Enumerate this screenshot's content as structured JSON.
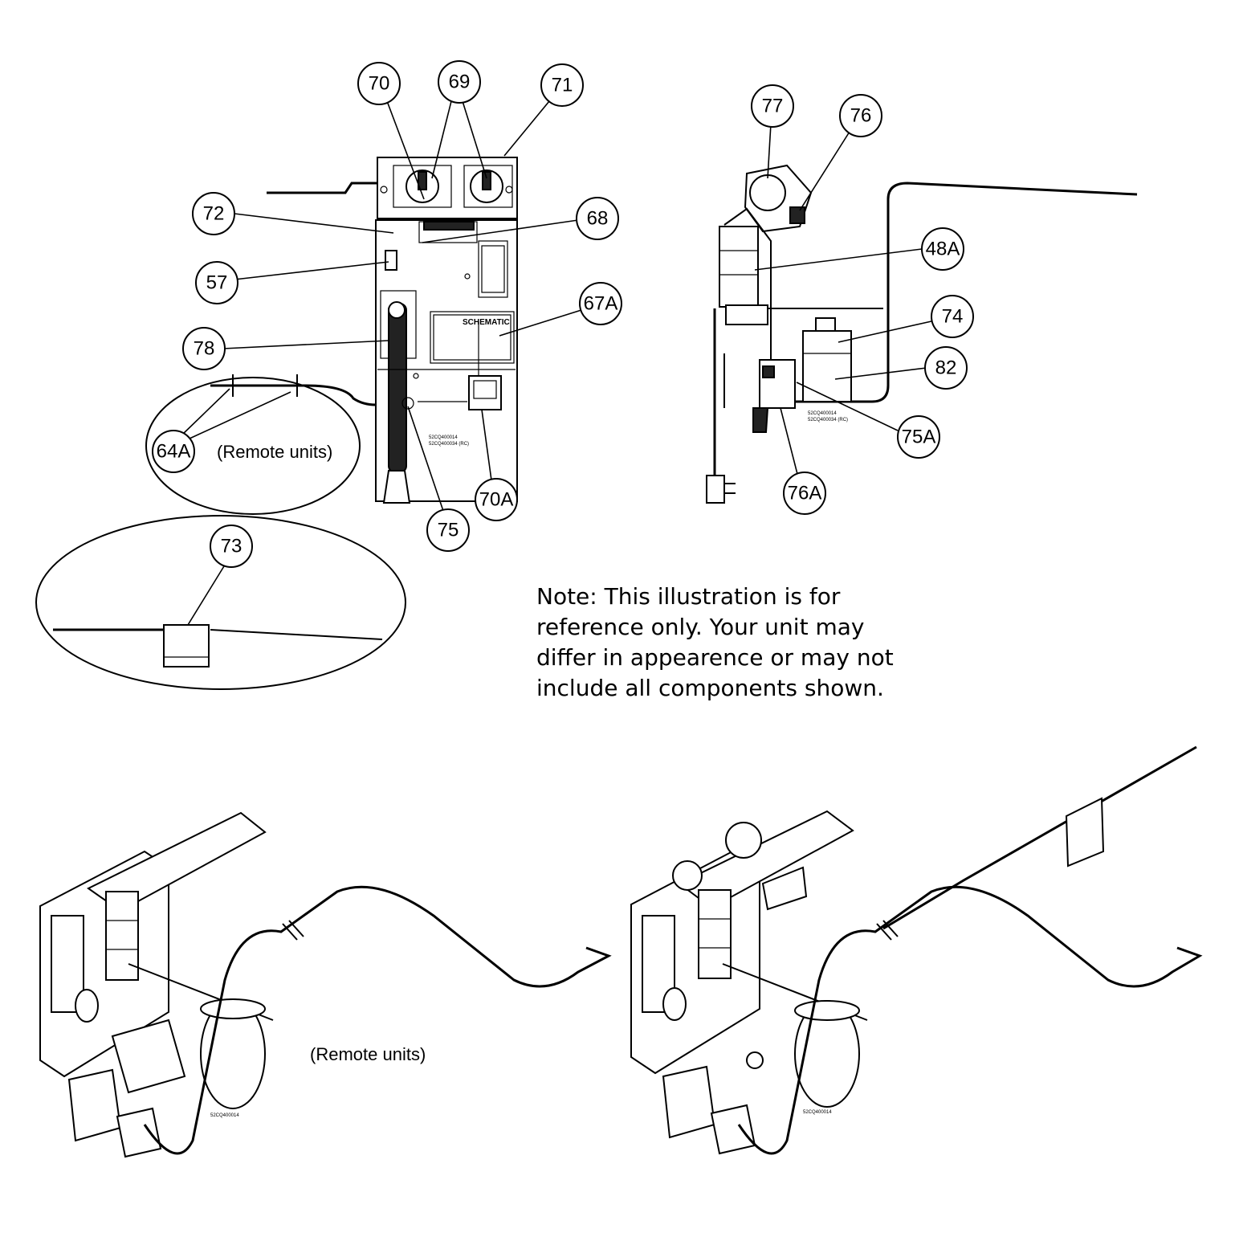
{
  "callouts": {
    "c70": "70",
    "c69": "69",
    "c71": "71",
    "c72": "72",
    "c68": "68",
    "c57": "57",
    "c67A": "67A",
    "c78": "78",
    "c64A": "64A",
    "c75": "75",
    "c70A": "70A",
    "c73": "73",
    "c77": "77",
    "c76": "76",
    "c48A": "48A",
    "c74": "74",
    "c82": "82",
    "c75A": "75A",
    "c76A": "76A"
  },
  "labels": {
    "remote_units_top": "(Remote units)",
    "remote_units_bottom": "(Remote units)",
    "schematic": "SCHEMATIC",
    "part_code_front_1": "52CQ400014",
    "part_code_front_2": "52CQ400034 (RC)",
    "part_code_side_1": "52CQ400014",
    "part_code_side_2": "52CQ400034 (RC)",
    "capacitor_code_left": "52CQ400014",
    "capacitor_code_right": "52CQ400014"
  },
  "note": {
    "line1": "Note: This illustration is for",
    "line2": "reference only. Your unit may",
    "line3": "differ in appearence or may not",
    "line4": "include all components shown."
  }
}
